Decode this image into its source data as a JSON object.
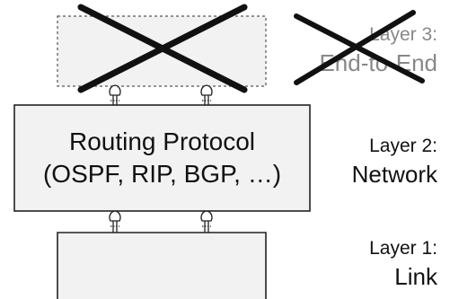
{
  "diagram": {
    "box": {
      "line1": "Routing Protocol",
      "line2": "(OSPF, RIP, BGP, …)"
    },
    "layers": [
      {
        "small": "Layer 3:",
        "big": "End-to-End",
        "crossed_out": true
      },
      {
        "small": "Layer 2:",
        "big": "Network",
        "crossed_out": false
      },
      {
        "small": "Layer 1:",
        "big": "Link",
        "crossed_out": false
      }
    ],
    "colors": {
      "box_fill": "#f2f2f2",
      "box_stroke": "#222222",
      "dashed_stroke": "#555555",
      "cross_stroke": "#111111",
      "faded_text": "#888888"
    }
  }
}
